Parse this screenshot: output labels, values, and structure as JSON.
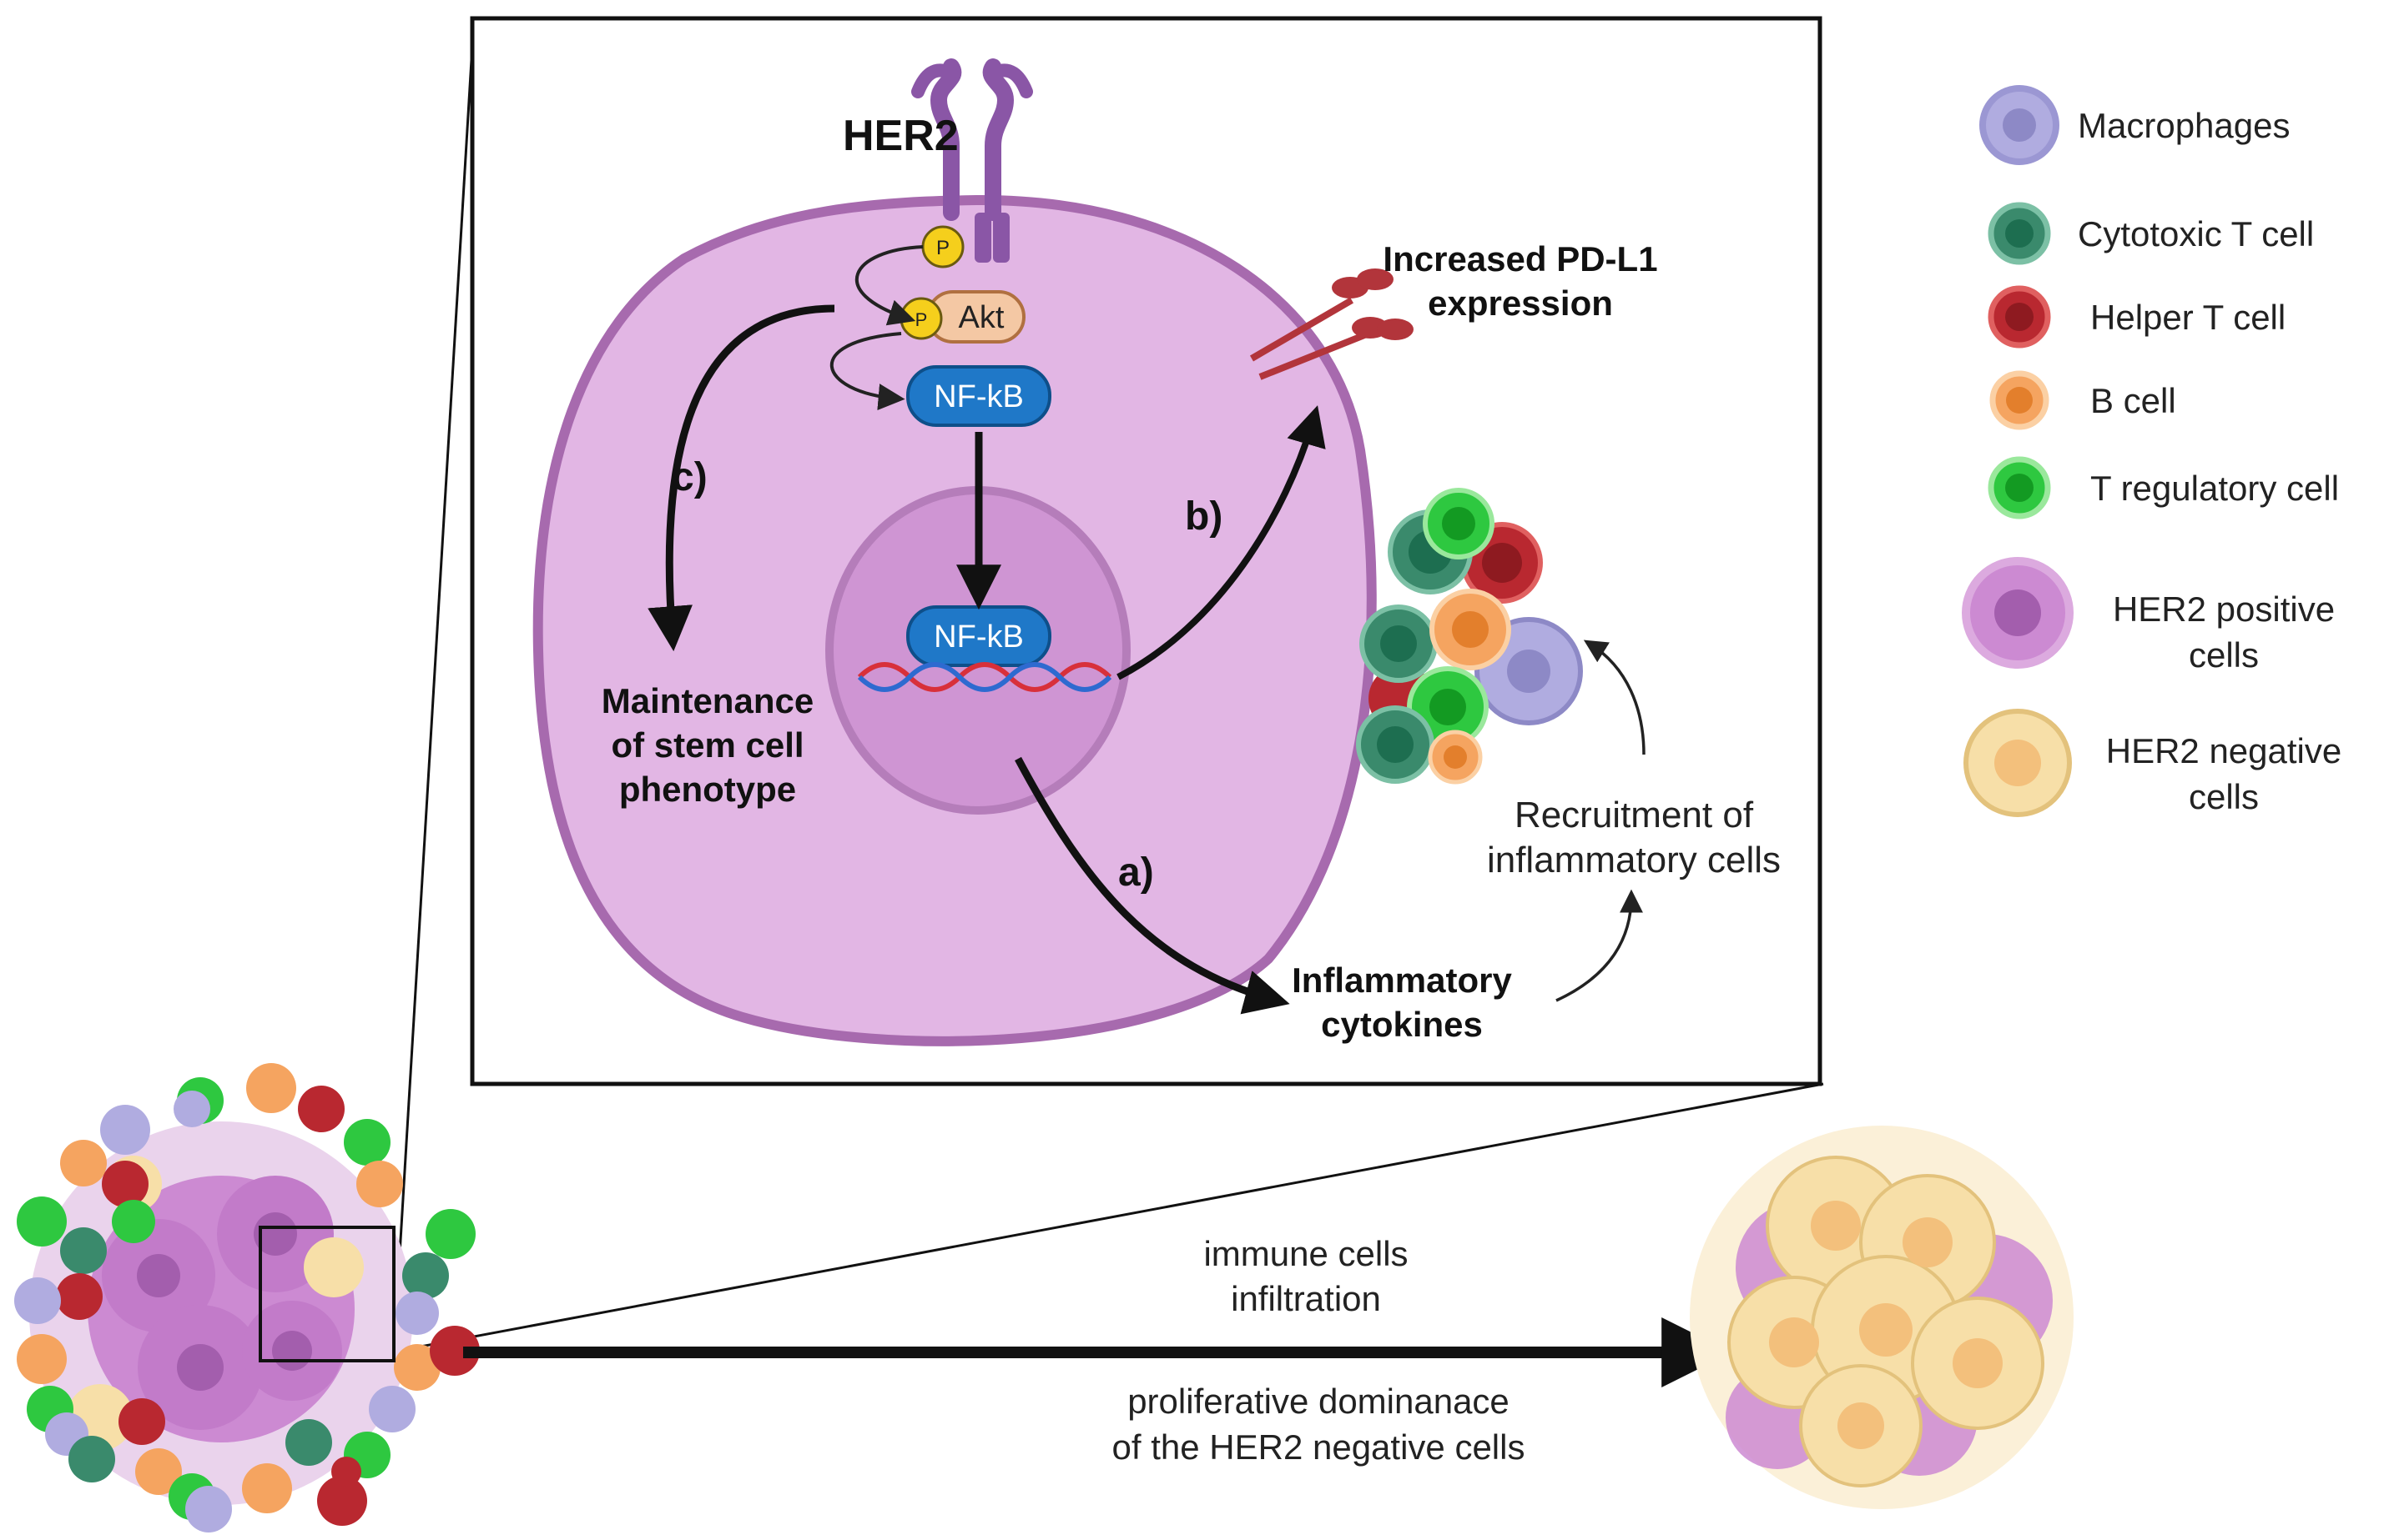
{
  "diagram": {
    "receptor_label": "HER2",
    "phospho_label": "P",
    "akt_label": "Akt",
    "nfkb_label": "NF-kB",
    "pathway_a": "a)",
    "pathway_b": "b)",
    "pathway_c": "c)",
    "pdl1_line1": "Increased PD-L1",
    "pdl1_line2": "expression",
    "stem_line1": "Maintenance",
    "stem_line2": "of stem cell",
    "stem_line3": "phenotype",
    "cytokines_line1": "Inflammatory",
    "cytokines_line2": "cytokines",
    "recruit_line1": "Recruitment of",
    "recruit_line2": "inflammatory cells",
    "infiltration_line1": "immune cells",
    "infiltration_line2": "infiltration",
    "dominance_line1": "proliferative dominanace",
    "dominance_line2": "of the HER2 negative cells"
  },
  "legend": [
    {
      "label": "Macrophages",
      "color": "#aaa6dc"
    },
    {
      "label": "Cytotoxic T cell",
      "color": "#3a8a6c"
    },
    {
      "label": "Helper T cell",
      "color": "#b92830"
    },
    {
      "label": "B cell",
      "color": "#f5a460"
    },
    {
      "label": "T regulatory cell",
      "color": "#2ec840"
    },
    {
      "label": "HER2 positive",
      "label2": "cells",
      "color": "#cc8ad2"
    },
    {
      "label": "HER2 negative",
      "label2": "cells",
      "color": "#f7dfa8"
    }
  ],
  "colors": {
    "cell_fill": "#e2b6e4",
    "cell_stroke": "#a76aae",
    "nucleus_fill": "#cf95d3",
    "nucleus_stroke": "#b57dba",
    "receptor": "#8a56a6",
    "phospho": "#f5cf1c",
    "akt": "#f4c8a4",
    "nfkb": "#1f78c8",
    "pdl1": "#b2353b",
    "dna_red": "#d8303a",
    "dna_blue": "#2e6ad0"
  }
}
